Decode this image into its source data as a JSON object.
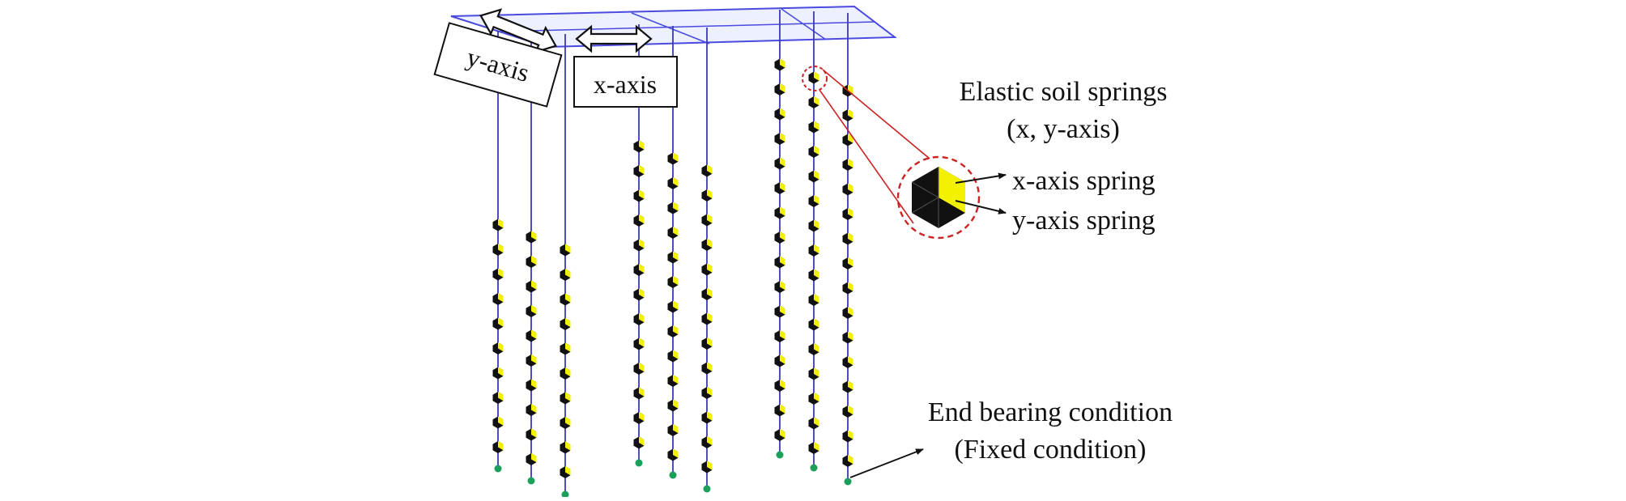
{
  "labels": {
    "y_axis": "y-axis",
    "x_axis": "x-axis",
    "springs_title_line1": "Elastic soil springs",
    "springs_title_line2": "(x, y-axis)",
    "x_spring": "x-axis spring",
    "y_spring": "y-axis spring",
    "end_bearing_line1": "End bearing condition",
    "end_bearing_line2": "(Fixed condition)"
  },
  "colors": {
    "pile_line": "#3a3ab8",
    "cap_grid": "#4a4ae0",
    "cap_fill": "#dfe3ff",
    "spring_dark": "#111111",
    "spring_yellow": "#f2f200",
    "fixed_node": "#1aa05a",
    "callout_red": "#cc2222"
  }
}
